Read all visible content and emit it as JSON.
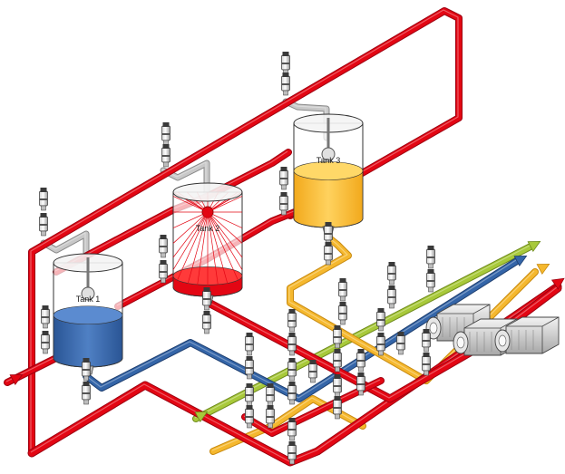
{
  "tanks": [
    {
      "label": "Tank 1",
      "liquid": "blue",
      "level": 0.45
    },
    {
      "label": "Tank 2",
      "liquid": "red",
      "level": 0.12,
      "state": "cleaning"
    },
    {
      "label": "Tank 3",
      "liquid": "yellow",
      "level": 0.5
    }
  ],
  "lines": [
    {
      "name": "red-line",
      "color": "#E30613"
    },
    {
      "name": "blue-line",
      "color": "#3465A8"
    },
    {
      "name": "yellow-line",
      "color": "#F5B82E"
    },
    {
      "name": "green-line",
      "color": "#A8C93A"
    },
    {
      "name": "gray-cleaning-line",
      "color": "#C8C8C8"
    }
  ],
  "colors": {
    "red": "#E30613",
    "red_dark": "#9E0010",
    "blue": "#3465A8",
    "blue_dark": "#1E3F70",
    "yellow": "#F5B82E",
    "yellow_dark": "#C88A10",
    "green": "#A8C93A",
    "green_dark": "#6E8A1C",
    "gray": "#C8C8C8",
    "gray_dark": "#8A8A8A"
  },
  "icons": [
    "valve-icon",
    "pump-icon",
    "spray-ball-icon",
    "flow-arrow-icon"
  ]
}
